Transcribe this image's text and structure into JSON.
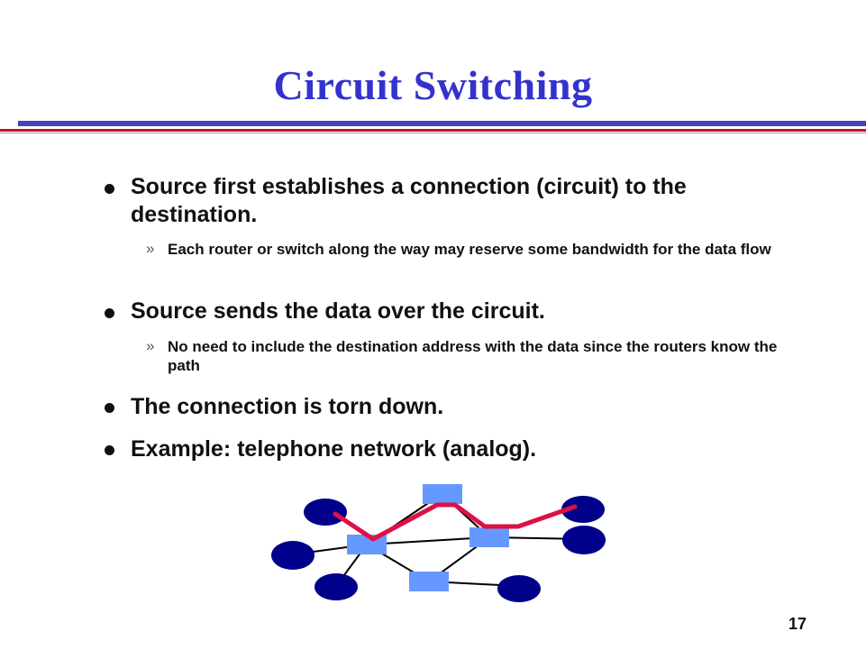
{
  "slide": {
    "title": "Circuit Switching",
    "bullets": [
      {
        "text": "Source first establishes a connection (circuit) to the destination.",
        "sub": "Each router or switch along the way may reserve some bandwidth for the data flow"
      },
      {
        "text": "Source sends the data over the circuit.",
        "sub": "No need to include the destination address with the data since the routers know the path"
      },
      {
        "text": "The connection is torn down."
      },
      {
        "text": "Example: telephone network (analog)."
      }
    ],
    "sub_marker": "»",
    "page_number": "17"
  },
  "diagram": {
    "colors": {
      "host": "#00008b",
      "switch": "#6699ff",
      "link": "#000000",
      "circuit": "#dd1144"
    }
  }
}
